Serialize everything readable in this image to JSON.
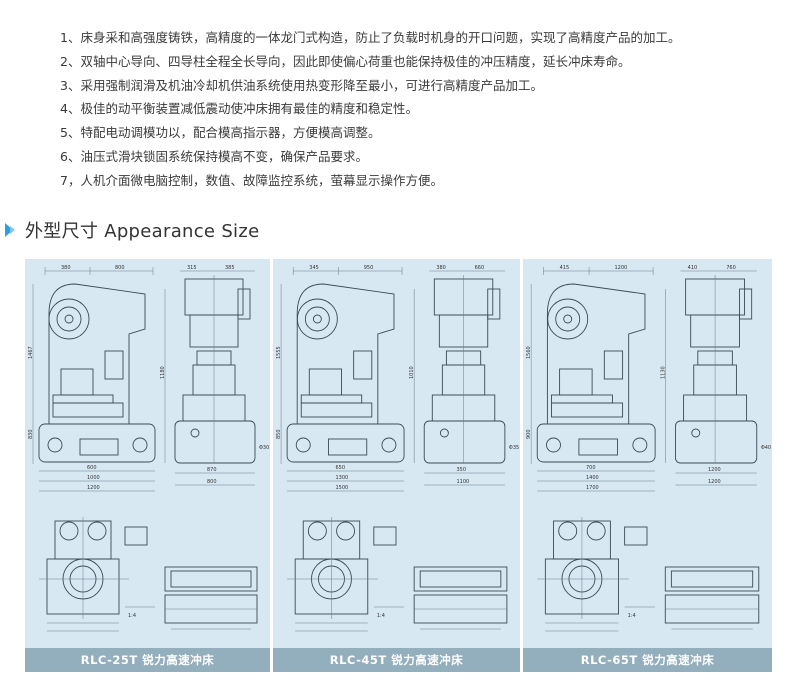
{
  "features": [
    "1、床身采和高强度铸铁，高精度的一体龙门式构造，防止了负载时机身的开口问题，实现了高精度产品的加工。",
    "2、双轴中心导向、四导柱全程全长导向，因此即使偏心荷重也能保持极佳的冲压精度，延长冲床寿命。",
    "3、采用强制润滑及机油冷却机供油系统使用热变形降至最小，可进行高精度产品加工。",
    "4、极佳的动平衡装置减低震动使冲床拥有最佳的精度和稳定性。",
    "5、特配电动调模功以，配合模高指示器，方便模高调整。",
    "6、油压式滑块锁固系统保持模高不变，确保产品要求。",
    "7，人机介面微电脑控制，数值、故障监控系统，萤幕显示操作方便。"
  ],
  "section": {
    "title": "外型尺寸 Appearance Size",
    "icon": "arrow-icon"
  },
  "panels": [
    {
      "caption": "RLC-25T 锐力高速冲床",
      "dims": {
        "top_a": "380",
        "top_b": "800",
        "side_a": "315",
        "side_b": "385",
        "height": "1467",
        "h2": "1180",
        "low": "830",
        "base_a": "600",
        "base_b": "1000",
        "base_c": "1200",
        "sb_a": "870",
        "sb_b": "800",
        "hole": "Φ30",
        "scale": "1:4"
      }
    },
    {
      "caption": "RLC-45T 锐力高速冲床",
      "dims": {
        "top_a": "345",
        "top_b": "950",
        "side_a": "380",
        "side_b": "660",
        "height": "1555",
        "h2": "1010",
        "low": "850",
        "base_a": "650",
        "base_b": "1300",
        "base_c": "1500",
        "sb_a": "350",
        "sb_b": "1100",
        "hole": "Φ35",
        "scale": "1:4"
      }
    },
    {
      "caption": "RLC-65T 锐力高速冲床",
      "dims": {
        "top_a": "415",
        "top_b": "1200",
        "side_a": "410",
        "side_b": "760",
        "height": "1560",
        "h2": "1130",
        "low": "900",
        "base_a": "700",
        "base_b": "1400",
        "base_c": "1700",
        "sb_a": "1200",
        "sb_b": "1200",
        "hole": "Φ40",
        "scale": "1:4"
      }
    }
  ]
}
